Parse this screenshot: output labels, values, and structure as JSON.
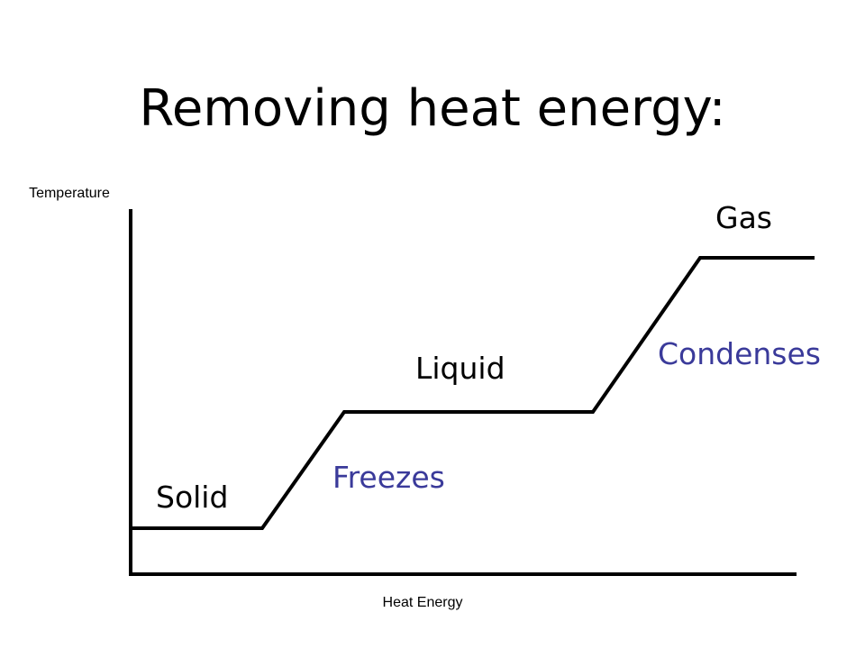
{
  "title": "Removing heat energy:",
  "axes": {
    "y_label": "Temperature",
    "x_label": "Heat Energy"
  },
  "phases": {
    "solid": "Solid",
    "liquid": "Liquid",
    "gas": "Gas"
  },
  "transitions": {
    "freezes": "Freezes",
    "condenses": "Condenses"
  },
  "colors": {
    "line": "#000000",
    "phase_text": "#000000",
    "transition_text": "#3a3a9a"
  }
}
